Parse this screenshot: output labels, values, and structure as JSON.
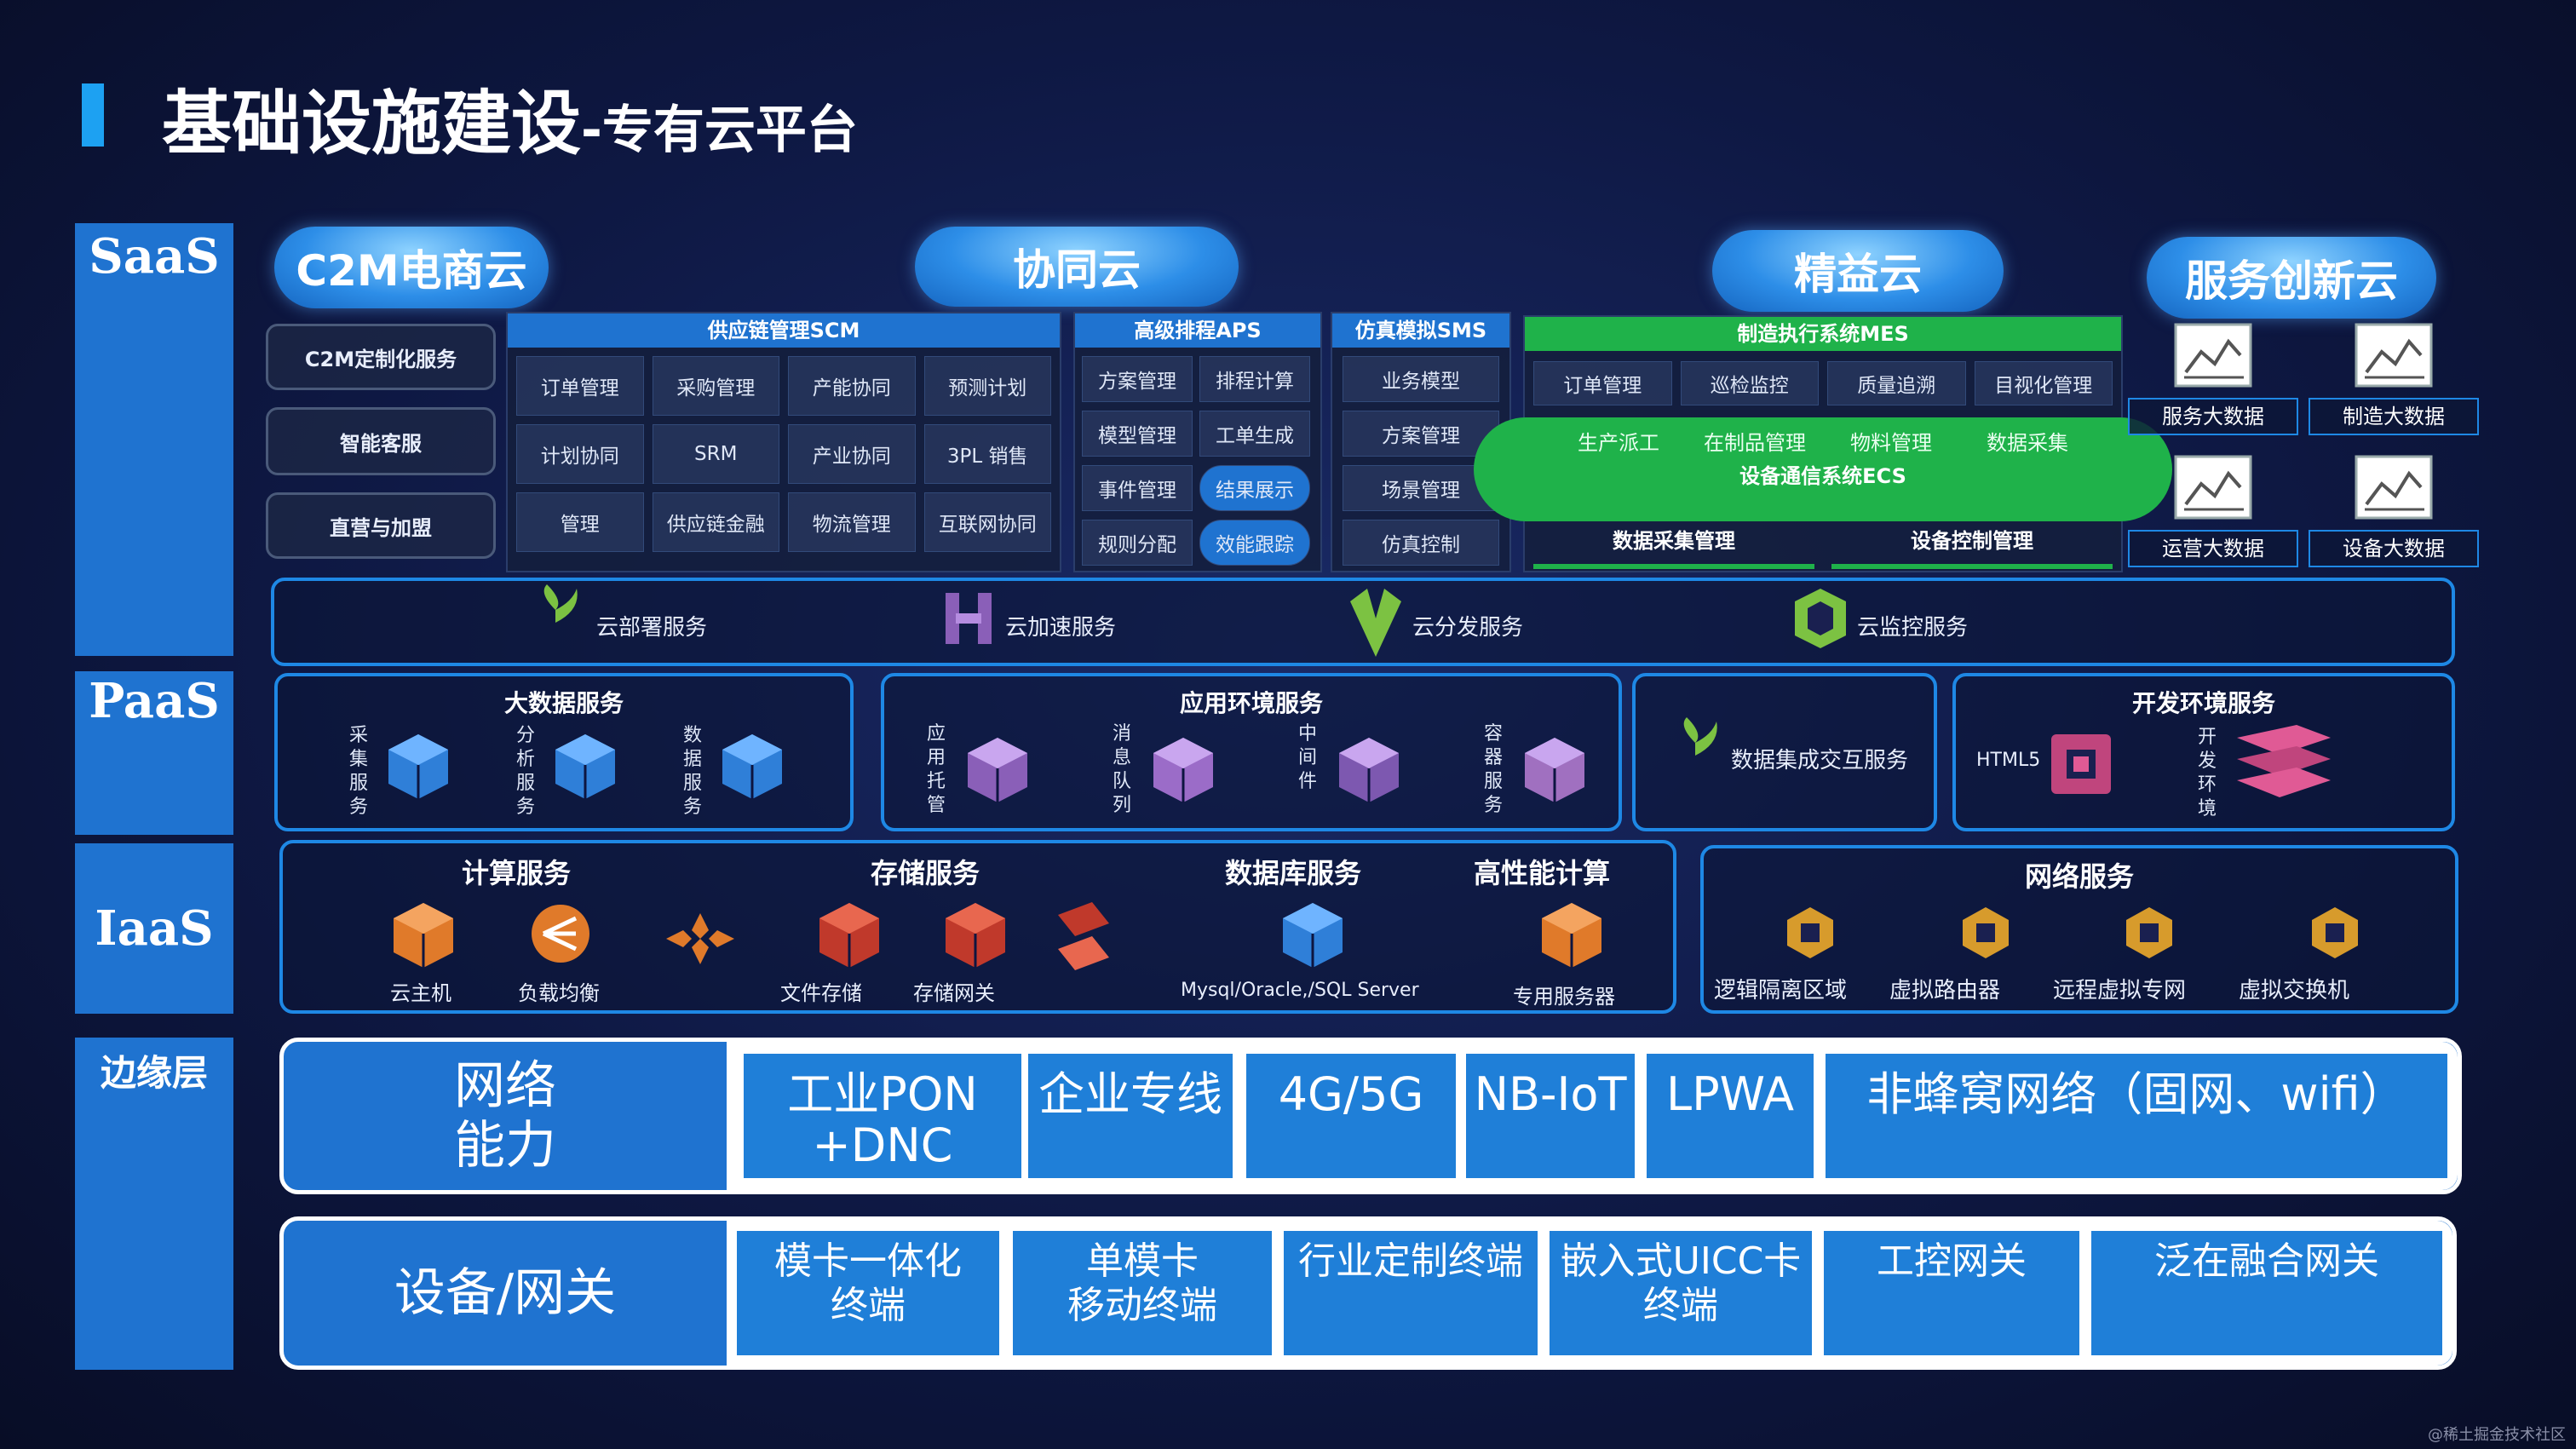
{
  "title": {
    "main": "基础设施建设",
    "sub": "-专有云平台"
  },
  "layers": {
    "saas": "SaaS",
    "paas": "PaaS",
    "iaas": "IaaS",
    "edge": "边缘层"
  },
  "clouds": {
    "c2m": "C2M电商云",
    "xietong": "协同云",
    "jingyi": "精益云",
    "fuwu": "服务创新云"
  },
  "c2m_items": [
    "C2M定制化服务",
    "智能客服",
    "直营与加盟"
  ],
  "scm": {
    "header": "供应链管理SCM",
    "rows": [
      [
        "订单管理",
        "采购管理",
        "产能协同",
        "预测计划"
      ],
      [
        "计划协同",
        "SRM",
        "产业协同",
        "3PL 销售"
      ],
      [
        "管理",
        "供应链金融",
        "物流管理",
        "互联网协同"
      ]
    ]
  },
  "aps": {
    "header": "高级排程APS",
    "left": [
      "方案管理",
      "模型管理",
      "事件管理",
      "规则分配"
    ],
    "right": [
      "排程计算",
      "工单生成",
      "结果展示",
      "效能跟踪"
    ]
  },
  "sms": {
    "header": "仿真模拟SMS",
    "items": [
      "业务模型",
      "方案管理",
      "场景管理",
      "仿真控制"
    ]
  },
  "mes": {
    "header": "制造执行系统MES",
    "top": [
      "订单管理",
      "巡检监控",
      "质量追溯",
      "目视化管理"
    ],
    "green": [
      "生产派工",
      "在制品管理",
      "物料管理",
      "数据采集"
    ],
    "ecs": "设备通信系统ECS",
    "bottom": [
      "数据采集管理",
      "设备控制管理"
    ]
  },
  "bigdata": [
    "服务大数据",
    "制造大数据",
    "运营大数据",
    "设备大数据"
  ],
  "cloud_services": [
    "云部署服务",
    "云加速服务",
    "云分发服务",
    "云监控服务"
  ],
  "paas": {
    "bigdata": {
      "title": "大数据服务",
      "items": [
        "采集服务",
        "分析服务",
        "数据服务"
      ]
    },
    "app": {
      "title": "应用环境服务",
      "items": [
        "应用托管",
        "消息队列",
        "中间件",
        "容器服务"
      ]
    },
    "integration": "数据集成交互服务",
    "dev": {
      "title": "开发环境服务",
      "html5": "HTML5",
      "env": "开发环境"
    }
  },
  "iaas": {
    "compute": {
      "title": "计算服务",
      "items": [
        "云主机",
        "负载均衡"
      ]
    },
    "storage": {
      "title": "存储服务",
      "items": [
        "文件存储",
        "存储网关"
      ]
    },
    "database": {
      "title": "数据库服务",
      "item": "Mysql/Oracle,/SQL Server"
    },
    "hpc": {
      "title": "高性能计算",
      "item": "专用服务器"
    },
    "network": {
      "title": "网络服务",
      "items": [
        "逻辑隔离区域",
        "虚拟路由器",
        "远程虚拟专网",
        "虚拟交换机"
      ]
    }
  },
  "edge_network": {
    "label": "网络\n能力",
    "items": [
      "工业PON\n+DNC",
      "企业专线",
      "4G/5G",
      "NB-IoT",
      "LPWA",
      "非蜂窝网络（固网、wifi）"
    ]
  },
  "edge_device": {
    "label": "设备/网关",
    "items": [
      "模卡一体化\n终端",
      "单模卡\n移动终端",
      "行业定制终端",
      "嵌入式UICC卡\n终端",
      "工控网关",
      "泛在融合网关"
    ]
  },
  "watermark": "@稀土掘金技术社区",
  "colors": {
    "accent": "#1f73d0",
    "mes_green": "#1fb24a",
    "bg": "#0e1843"
  }
}
